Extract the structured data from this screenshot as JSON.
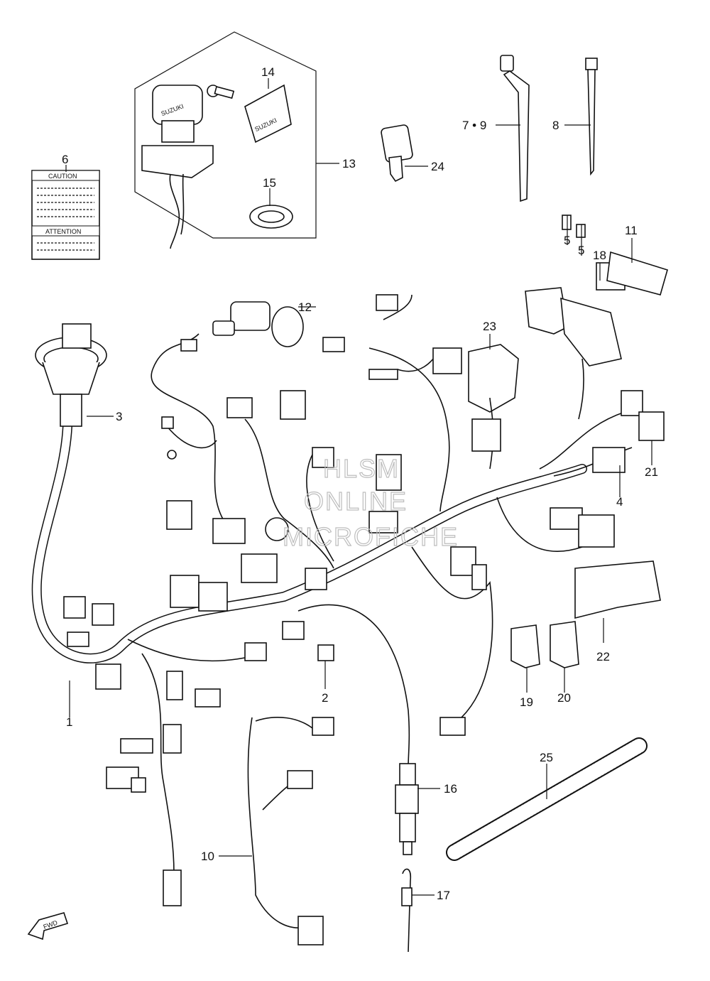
{
  "labels": {
    "p1": "1",
    "p2": "2",
    "p3": "3",
    "p4": "4",
    "p5a": "5",
    "p5b": "5",
    "p6": "6",
    "p7_9": "7 • 9",
    "p8": "8",
    "p10": "10",
    "p11": "11",
    "p12": "12",
    "p13": "13",
    "p14": "14",
    "p15": "15",
    "p16": "16",
    "p17": "17",
    "p18": "18",
    "p19": "19",
    "p20": "20",
    "p21": "21",
    "p22": "22",
    "p23": "23",
    "p24": "24",
    "p25": "25"
  },
  "caution_label": {
    "heading1": "CAUTION",
    "heading2": "ATTENTION"
  },
  "watermark": {
    "line1": "HLSM",
    "line2": "ONLINE",
    "line3": "MICROFICHE"
  },
  "fwd_arrow": "FWD",
  "key_brand": "SUZUKI"
}
